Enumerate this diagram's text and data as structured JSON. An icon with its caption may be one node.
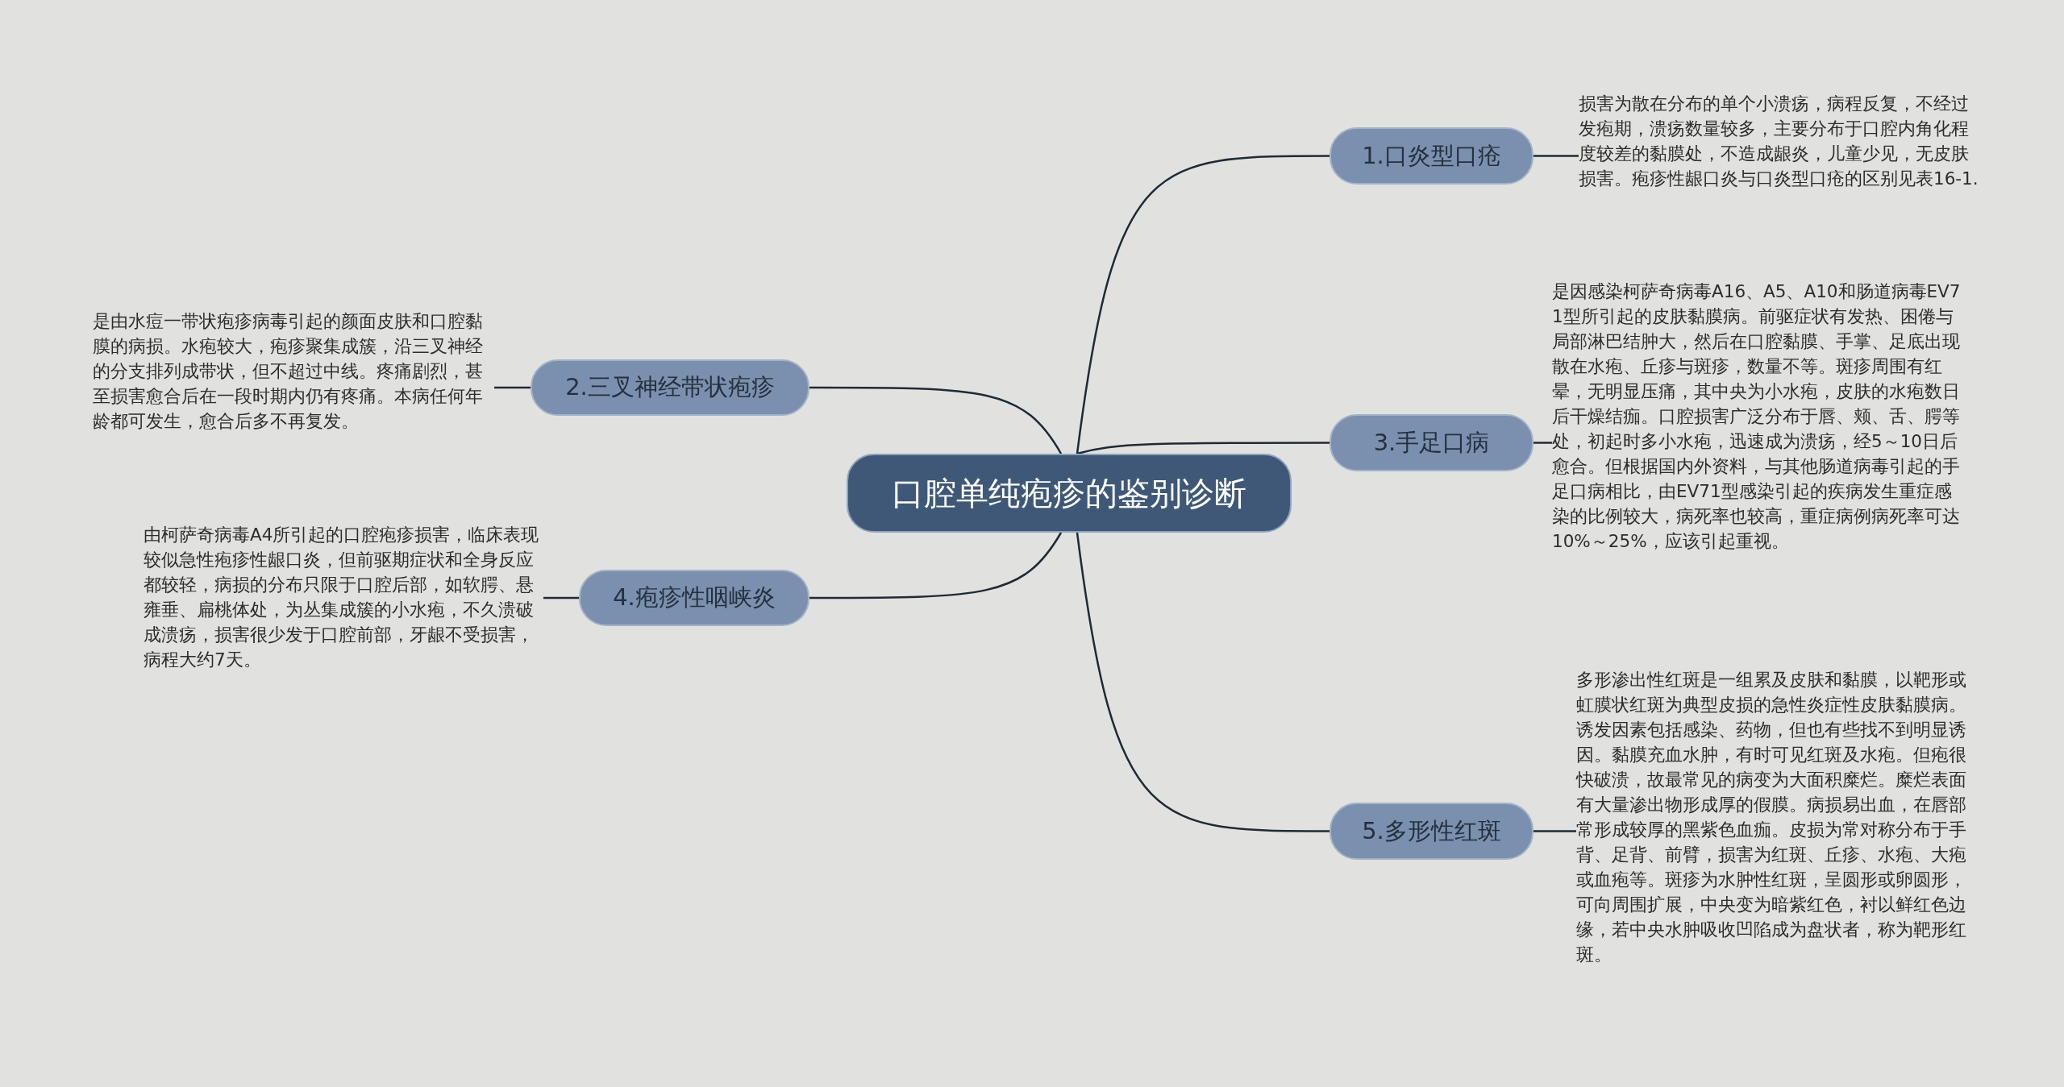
{
  "diagram": {
    "nodes": [
      {
        "text": [
          "口腔单纯疱疹的鉴别诊断"
        ]
      },
      {
        "text": [
          "1.口炎型口疮"
        ]
      },
      {
        "text": [
          "损害为散在分布的单个小溃疡，病程反复，不经过发疱期，溃疡数量较多，主要分布于口腔内角化程度较差的黏膜处，不造成龈炎，儿童少见，无皮肤损害。疱疹性龈口炎与口炎型口疮的区别见表16-1."
        ]
      },
      {
        "text": [
          "2.三叉神经带状疱疹"
        ]
      },
      {
        "text": [
          "是由水痘一带状疱疹病毒引起的颜面皮肤和口腔黏膜的病损。水疱较大，疱疹聚集成簇，沿三叉神经的分支排列成带状，但不超过中线。疼痛剧烈，甚至损害愈合后在一段时期内仍有疼痛。本病任何年龄都可发生，愈合后多不再复发。"
        ]
      },
      {
        "text": [
          "3.手足口病"
        ]
      },
      {
        "text": [
          "是因感染柯萨奇病毒A16、A5、A10和肠道病毒EV71型所引起的皮肤黏膜病。前驱症状有发热、困倦与局部淋巴结肿大，然后在口腔黏膜、手掌、足底出现散在水疱、丘疹与斑疹，数量不等。斑疹周围有红晕，无明显压痛，其中央为小水疱，皮肤的水疱数日后干燥结痂。口腔损害广泛分布于唇、颊、舌、腭等处，初起时多小水疱，迅速成为溃疡，经5～10日后愈合。但根据国内外资料，与其他肠道病毒引起的手足口病相比，由EV71型感染引起的疾病发生重症感染的比例较大，病死率也较高，重症病例病死率可达10%～25%，应该引起重视。"
        ]
      },
      {
        "text": [
          "4.疱疹性咽峡炎"
        ]
      },
      {
        "text": [
          "由柯萨奇病毒A4所引起的口腔疱疹损害，临床表现较似急性疱疹性龈口炎，但前驱期症状和全身反应都较轻，病损的分布只限于口腔后部，如软腭、悬雍垂、扁桃体处，为丛集成簇的小水疱，不久溃破成溃疡，损害很少发于口腔前部，牙龈不受损害，病程大约7天。"
        ]
      },
      {
        "text": [
          "5.多形性红斑"
        ]
      },
      {
        "text": [
          "多形渗出性红斑是一组累及皮肤和黏膜，以靶形或虹膜状红斑为典型皮损的急性炎症性皮肤黏膜病。诱发因素包括感染、药物，但也有些找不到明显诱因。黏膜充血水肿，有时可见红斑及水疱。但疱很快破溃，故最常见的病变为大面积糜烂。糜烂表面有大量渗出物形成厚的假膜。病损易出血，在唇部常形成较厚的黑紫色血痂。皮损为常对称分布于手背、足背、前臂，损害为红斑、丘疹、水疱、大疱或血疱等。斑疹为水肿性红斑，呈圆形或卵圆形，可向周围扩展，中央变为暗紫红色，衬以鲜红色边缘，若中央水肿吸收凹陷成为盘状者，称为靶形红斑。"
        ]
      }
    ],
    "edges": [
      {
        "from": 0,
        "to": 1,
        "arrow": "none"
      },
      {
        "from": 1,
        "to": 2,
        "arrow": "none"
      },
      {
        "from": 0,
        "to": 3,
        "arrow": "none"
      },
      {
        "from": 3,
        "to": 4,
        "arrow": "none"
      },
      {
        "from": 0,
        "to": 5,
        "arrow": "none"
      },
      {
        "from": 5,
        "to": 6,
        "arrow": "none"
      },
      {
        "from": 0,
        "to": 7,
        "arrow": "none"
      },
      {
        "from": 7,
        "to": 8,
        "arrow": "none"
      },
      {
        "from": 0,
        "to": 9,
        "arrow": "none"
      },
      {
        "from": 9,
        "to": 10,
        "arrow": "none"
      }
    ]
  }
}
